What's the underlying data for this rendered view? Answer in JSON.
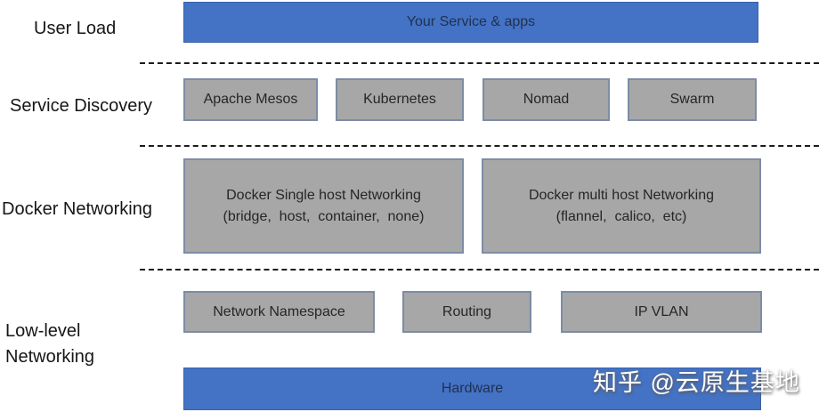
{
  "rows": [
    {
      "label": "User Load",
      "boxes": [
        {
          "text": "Your Service & apps"
        }
      ]
    },
    {
      "label": "Service Discovery",
      "boxes": [
        {
          "text": "Apache Mesos"
        },
        {
          "text": "Kubernetes"
        },
        {
          "text": "Nomad"
        },
        {
          "text": "Swarm"
        }
      ]
    },
    {
      "label": "Docker Networking",
      "boxes": [
        {
          "line1": "Docker Single host Networking",
          "line2": "(bridge,  host,  container,  none)"
        },
        {
          "line1": "Docker multi host Networking",
          "line2": "(flannel,  calico,  etc)"
        }
      ]
    },
    {
      "label": "Low-level Networking",
      "boxes": [
        {
          "text": "Network Namespace"
        },
        {
          "text": "Routing"
        },
        {
          "text": "IP VLAN"
        }
      ]
    }
  ],
  "hardware": {
    "text": "Hardware"
  },
  "watermark": {
    "text": "知乎 @云原生基地"
  },
  "colors": {
    "blue_fill": "#4472C4",
    "blue_box_text": "#1F3150",
    "gray_fill": "#A7A7A7",
    "gray_border": "#7D8CA6",
    "box_text": "#262626",
    "label_text": "#161616",
    "divider": "#1b1b1b",
    "watermark_text": "#ffffff"
  }
}
